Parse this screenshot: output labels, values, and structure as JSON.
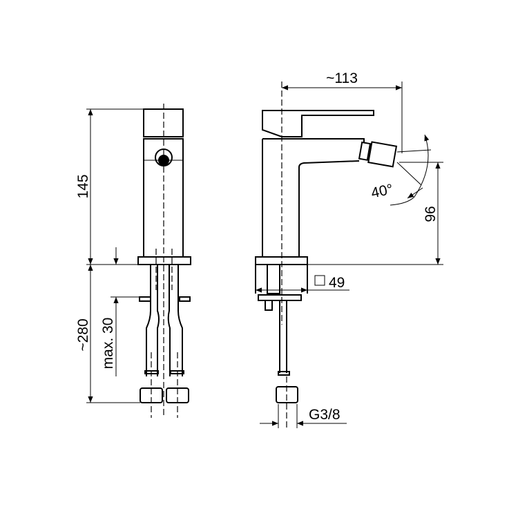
{
  "dimensions": {
    "height_total": "145",
    "below_deck": "~280",
    "max_deck_thickness": "max. 30",
    "spout_reach": "~113",
    "nozzle_height": "96",
    "swivel_angle": "40°",
    "base_size": "49",
    "connection_thread": "G3/8"
  },
  "colors": {
    "line": "#000000",
    "background": "#ffffff"
  }
}
